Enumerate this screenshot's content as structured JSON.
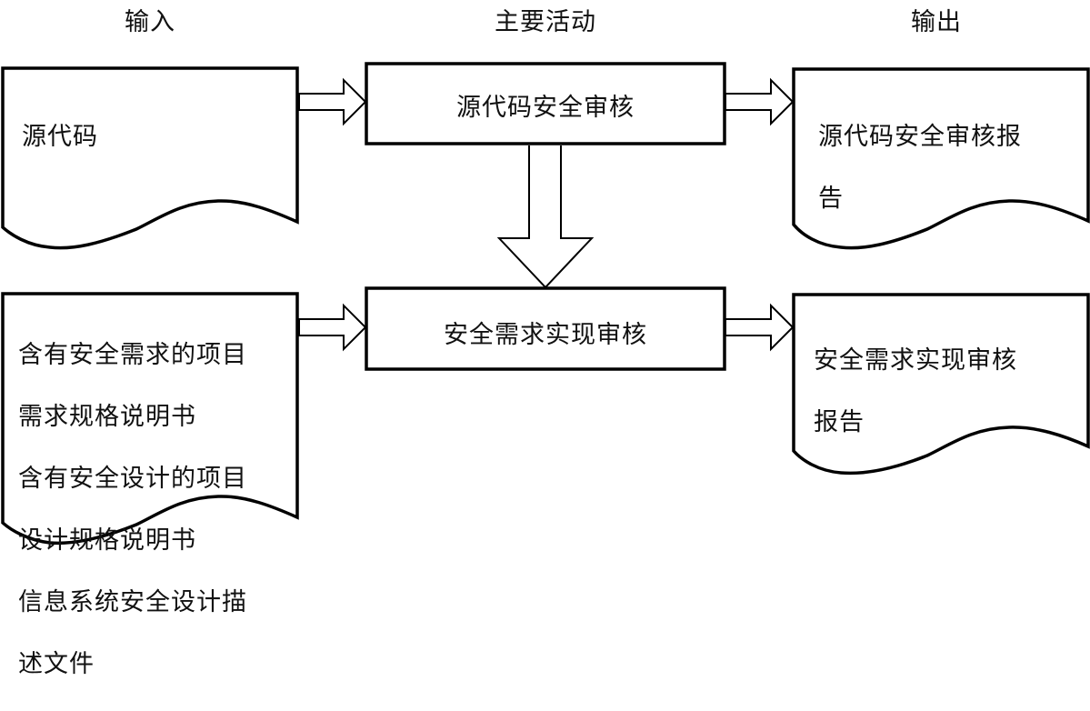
{
  "headers": {
    "input": "输入",
    "activity": "主要活动",
    "output": "输出"
  },
  "inputs": [
    {
      "lines": [
        "源代码"
      ]
    },
    {
      "lines": [
        "含有安全需求的项目",
        "需求规格说明书",
        "含有安全设计的项目",
        "设计规格说明书",
        "信息系统安全设计描",
        "述文件"
      ]
    }
  ],
  "activities": [
    {
      "label": "源代码安全审核"
    },
    {
      "label": "安全需求实现审核"
    }
  ],
  "outputs": [
    {
      "lines": [
        "源代码安全审核报",
        "告"
      ]
    },
    {
      "lines": [
        "安全需求实现审核",
        "报告"
      ]
    }
  ],
  "flows": [
    {
      "from": "inputs.0",
      "to": "activities.0",
      "type": "block-arrow-right"
    },
    {
      "from": "activities.0",
      "to": "outputs.0",
      "type": "block-arrow-right"
    },
    {
      "from": "activities.0",
      "to": "activities.1",
      "type": "block-arrow-down"
    },
    {
      "from": "inputs.1",
      "to": "activities.1",
      "type": "block-arrow-right"
    },
    {
      "from": "activities.1",
      "to": "outputs.1",
      "type": "block-arrow-right"
    }
  ]
}
